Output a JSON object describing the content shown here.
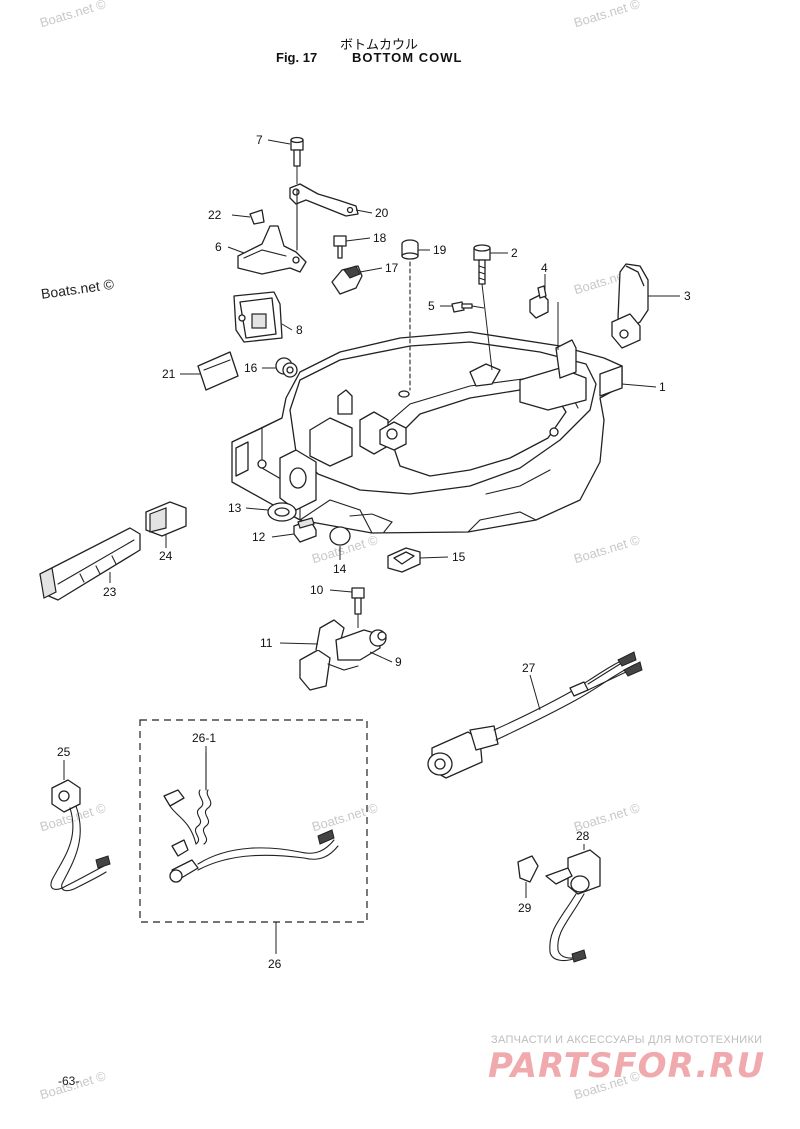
{
  "header": {
    "title_jp": "ボトムカウル",
    "fig_number": "Fig. 17",
    "fig_title": "BOTTOM COWL"
  },
  "watermarks": {
    "light": "Boats.net ©",
    "dark": "Boats.net ©"
  },
  "page_number": "-63-",
  "brand": {
    "tagline": "ЗАПЧАСТИ И АКСЕССУАРЫ ДЛЯ МОТОТЕХНИКИ",
    "logo": "PARTSFOR.RU",
    "logo_color": "#f0a9ad"
  },
  "callouts": [
    "7",
    "20",
    "22",
    "6",
    "18",
    "19",
    "2",
    "17",
    "4",
    "5",
    "3",
    "8",
    "21",
    "16",
    "1",
    "13",
    "24",
    "12",
    "14",
    "15",
    "23",
    "10",
    "11",
    "9",
    "27",
    "25",
    "26-1",
    "26",
    "28",
    "29"
  ]
}
